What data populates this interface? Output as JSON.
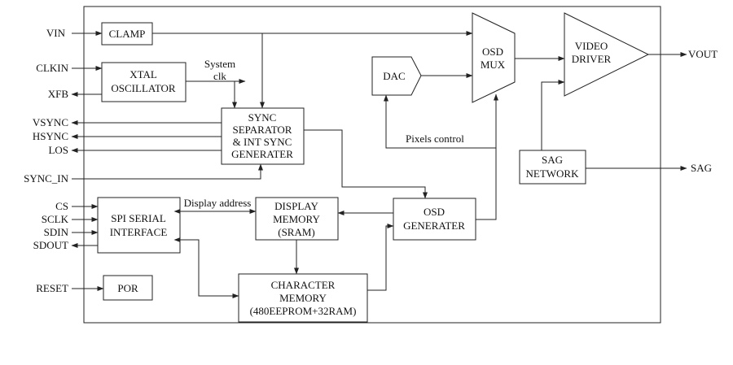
{
  "blocks": {
    "clamp": [
      "CLAMP"
    ],
    "xtal": [
      "XTAL",
      "OSCILLATOR"
    ],
    "sync": [
      "SYNC",
      "SEPARATOR",
      "& INT SYNC",
      "GENERATER"
    ],
    "dac": [
      "DAC"
    ],
    "osd_mux": [
      "OSD",
      "MUX"
    ],
    "video_driver": [
      "VIDEO",
      "DRIVER"
    ],
    "sag_network": [
      "SAG",
      "NETWORK"
    ],
    "spi": [
      "SPI SERIAL",
      "INTERFACE"
    ],
    "display_memory": [
      "DISPLAY",
      "MEMORY",
      "(SRAM)"
    ],
    "osd_generater": [
      "OSD",
      "GENERATER"
    ],
    "char_memory": [
      "CHARACTER",
      "MEMORY",
      "(480EEPROM+32RAM)"
    ],
    "por": [
      "POR"
    ]
  },
  "pins": {
    "vin": "VIN",
    "clkin": "CLKIN",
    "xfb": "XFB",
    "vsync": "VSYNC",
    "hsync": "HSYNC",
    "los": "LOS",
    "sync_in": "SYNC_IN",
    "cs": "CS",
    "sclk": "SCLK",
    "sdin": "SDIN",
    "sdout": "SDOUT",
    "reset": "RESET",
    "vout": "VOUT",
    "sag": "SAG"
  },
  "annotations": {
    "system_clk": [
      "System",
      "clk"
    ],
    "pixels_control": "Pixels control",
    "display_address": "Display address"
  }
}
